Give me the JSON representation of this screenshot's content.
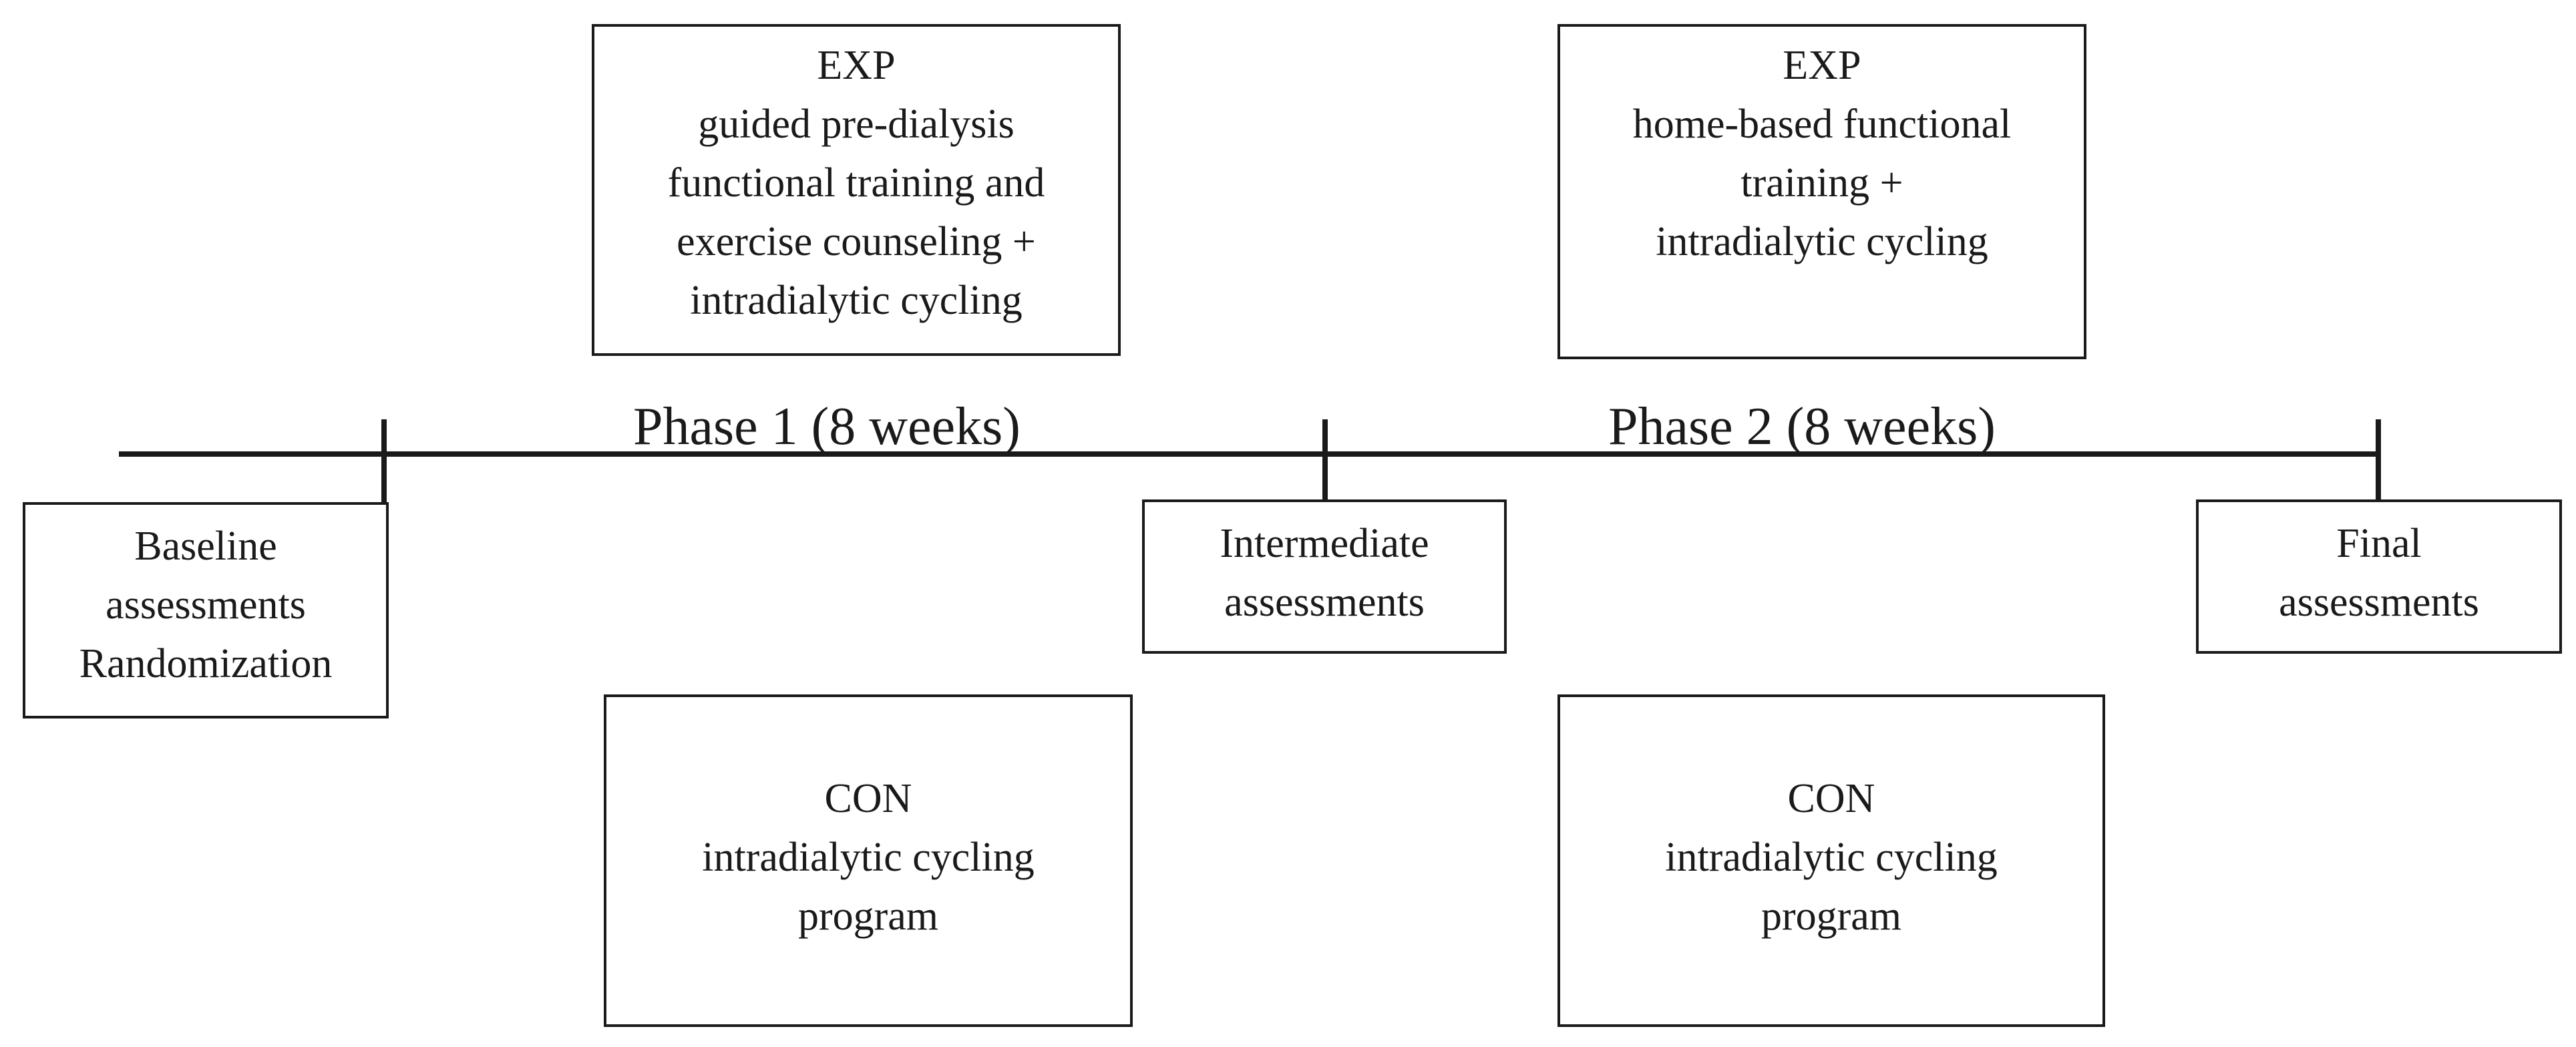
{
  "phases": [
    {
      "label": "Phase 1 (8 weeks)"
    },
    {
      "label": "Phase 2 (8 weeks)"
    }
  ],
  "assessments": {
    "baseline": [
      "Baseline",
      "assessments",
      "Randomization"
    ],
    "intermediate": [
      "Intermediate",
      "assessments"
    ],
    "final": [
      "Final",
      "assessments"
    ]
  },
  "exp_phase1": [
    "EXP",
    "guided pre-dialysis",
    "functional training and",
    "exercise counseling +",
    "intradialytic cycling"
  ],
  "exp_phase2": [
    "EXP",
    "home-based functional",
    "training +",
    "intradialytic cycling"
  ],
  "con_phase1": [
    "CON",
    "intradialytic cycling",
    "program"
  ],
  "con_phase2": [
    "CON",
    "intradialytic cycling",
    "program"
  ]
}
